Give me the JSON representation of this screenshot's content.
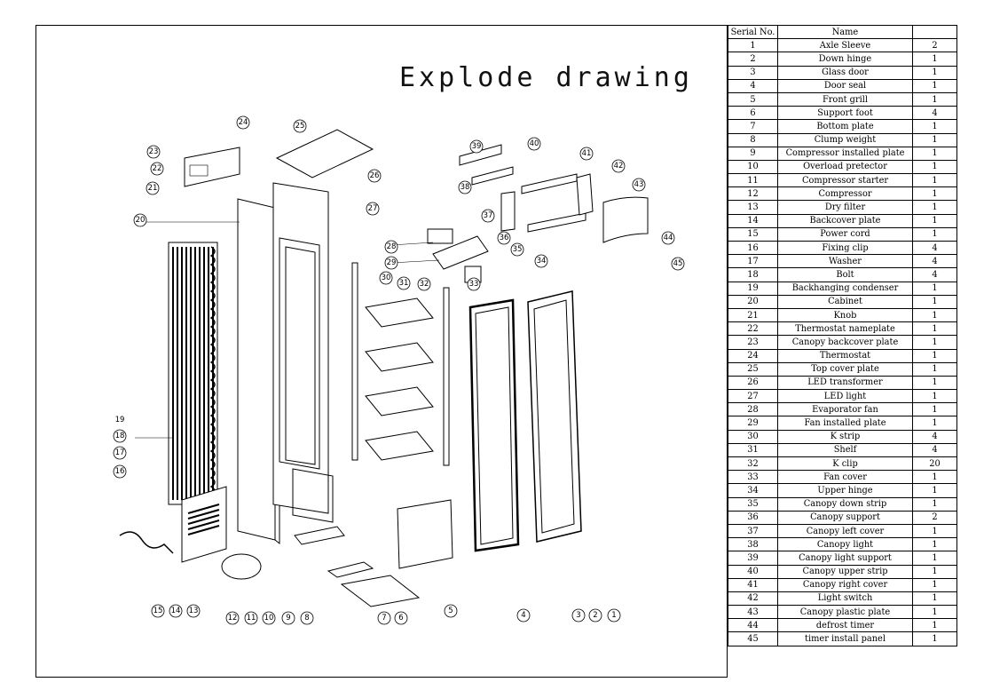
{
  "title": "Explode drawing",
  "table": {
    "headers": [
      "Serial No.",
      "Name",
      ""
    ],
    "rows": [
      [
        "1",
        "Axle Sleeve",
        "2"
      ],
      [
        "2",
        "Down hinge",
        "1"
      ],
      [
        "3",
        "Glass door",
        "1"
      ],
      [
        "4",
        "Door seal",
        "1"
      ],
      [
        "5",
        "Front grill",
        "1"
      ],
      [
        "6",
        "Support foot",
        "4"
      ],
      [
        "7",
        "Bottom plate",
        "1"
      ],
      [
        "8",
        "Clump weight",
        "1"
      ],
      [
        "9",
        "Compressor installed plate",
        "1"
      ],
      [
        "10",
        "Overload pretector",
        "1"
      ],
      [
        "11",
        "Compressor starter",
        "1"
      ],
      [
        "12",
        "Compressor",
        "1"
      ],
      [
        "13",
        "Dry filter",
        "1"
      ],
      [
        "14",
        "Backcover plate",
        "1"
      ],
      [
        "15",
        "Power cord",
        "1"
      ],
      [
        "16",
        "Fixing clip",
        "4"
      ],
      [
        "17",
        "Washer",
        "4"
      ],
      [
        "18",
        "Bolt",
        "4"
      ],
      [
        "19",
        "Backhanging condenser",
        "1"
      ],
      [
        "20",
        "Cabinet",
        "1"
      ],
      [
        "21",
        "Knob",
        "1"
      ],
      [
        "22",
        "Thermostat nameplate",
        "1"
      ],
      [
        "23",
        "Canopy backcover plate",
        "1"
      ],
      [
        "24",
        "Thermostat",
        "1"
      ],
      [
        "25",
        "Top cover plate",
        "1"
      ],
      [
        "26",
        "LED transformer",
        "1"
      ],
      [
        "27",
        "LED light",
        "1"
      ],
      [
        "28",
        "Evaporator fan",
        "1"
      ],
      [
        "29",
        "Fan installed plate",
        "1"
      ],
      [
        "30",
        "K strip",
        "4"
      ],
      [
        "31",
        "Shelf",
        "4"
      ],
      [
        "32",
        "K clip",
        "20"
      ],
      [
        "33",
        "Fan cover",
        "1"
      ],
      [
        "34",
        "Upper hinge",
        "1"
      ],
      [
        "35",
        "Canopy down strip",
        "1"
      ],
      [
        "36",
        "Canopy support",
        "2"
      ],
      [
        "37",
        "Canopy left cover",
        "1"
      ],
      [
        "38",
        "Canopy light",
        "1"
      ],
      [
        "39",
        "Canopy light support",
        "1"
      ],
      [
        "40",
        "Canopy upper strip",
        "1"
      ],
      [
        "41",
        "Canopy right cover",
        "1"
      ],
      [
        "42",
        "Light switch",
        "1"
      ],
      [
        "43",
        "Canopy plastic plate",
        "1"
      ],
      [
        "44",
        "defrost timer",
        "1"
      ],
      [
        "45",
        "timer install panel",
        "1"
      ]
    ]
  },
  "callouts": [
    "1",
    "2",
    "3",
    "4",
    "5",
    "6",
    "7",
    "8",
    "9",
    "10",
    "11",
    "12",
    "13",
    "14",
    "15",
    "16",
    "17",
    "18",
    "19",
    "20",
    "21",
    "22",
    "23",
    "24",
    "25",
    "26",
    "27",
    "28",
    "29",
    "30",
    "31",
    "32",
    "33",
    "34",
    "35",
    "36",
    "37",
    "38",
    "39",
    "40",
    "41",
    "42",
    "43",
    "44",
    "45"
  ]
}
